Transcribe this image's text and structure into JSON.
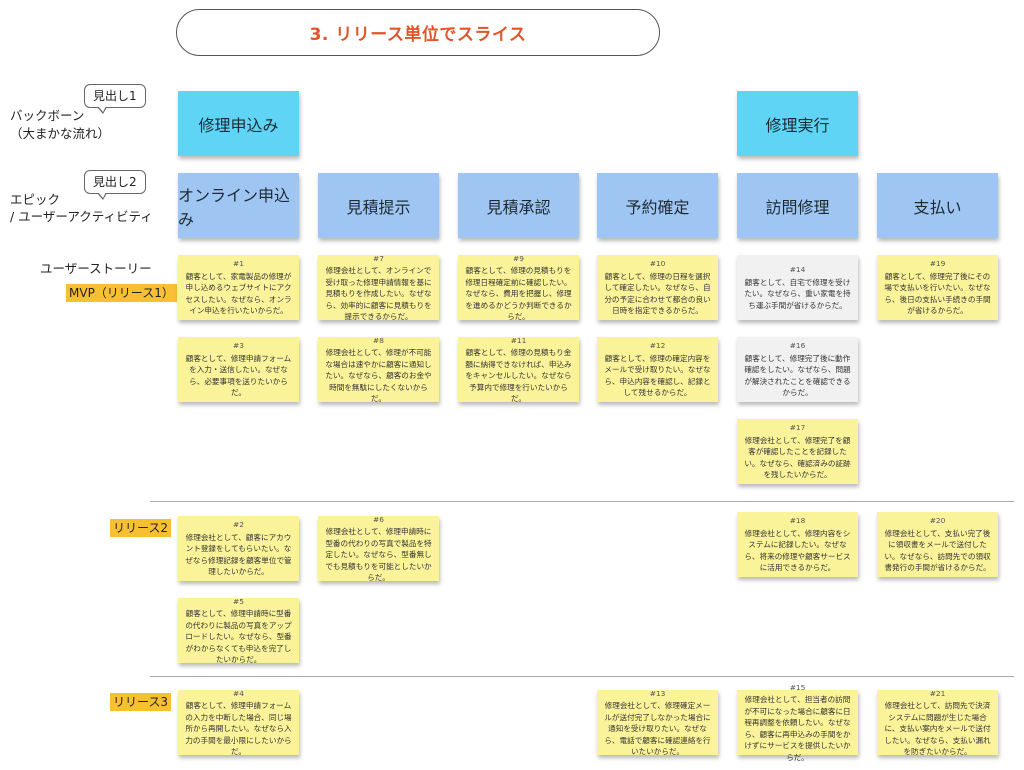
{
  "title": "3. リリース単位でスライス",
  "labels": {
    "backbone": "バックボーン",
    "backbone_sub": "（大まかな流れ）",
    "heading1": "見出し1",
    "epic": "エピック",
    "epic_sub": "/ ユーザーアクティビティ",
    "heading2": "見出し2",
    "user_story": "ユーザーストーリー",
    "mvp": "MVP（リリース1）",
    "release2": "リリース2",
    "release3": "リリース3"
  },
  "colors": {
    "backbone": "#5fd4f4",
    "epic": "#9fc6f2",
    "story": "#fbf39a",
    "story_grey": "#f1f1f1",
    "release_tag": "#f7c031",
    "title": "#e2552a"
  },
  "backbone": [
    "修理申込み",
    "修理実行"
  ],
  "epics": [
    "オンライン申込み",
    "見積提示",
    "見積承認",
    "予約確定",
    "訪問修理",
    "支払い"
  ],
  "stories": [
    {
      "num": "#1",
      "text": "顧客として、家電製品の修理が申し込めるウェブサイトにアクセスしたい。なぜなら、オンライン申込を行いたいからだ。"
    },
    {
      "num": "#3",
      "text": "顧客として、修理申請フォームを入力・送信したい。なぜなら、必要事項を送りたいからだ。"
    },
    {
      "num": "#7",
      "text": "修理会社として、オンラインで受け取った修理申請情報を基に見積もりを作成したい。なぜなら、効率的に顧客に見積もりを提示できるからだ。"
    },
    {
      "num": "#8",
      "text": "修理会社として、修理が不可能な場合は速やかに顧客に通知したい。なぜなら、顧客のお金や時間を無駄にしたくないからだ。"
    },
    {
      "num": "#9",
      "text": "顧客として、修理の見積もりを修理日程確定前に確認したい。なぜなら、費用を把握し、修理を進めるかどうか判断できるからだ。"
    },
    {
      "num": "#11",
      "text": "顧客として、修理の見積もり金額に納得できなければ、申込みをキャンセルしたい。なぜなら予算内で修理を行いたいからだ。"
    },
    {
      "num": "#10",
      "text": "顧客として、修理の日程を選択して確定したい。なぜなら、自分の予定に合わせて都合の良い日時を指定できるからだ。"
    },
    {
      "num": "#12",
      "text": "顧客として、修理の確定内容をメールで受け取りたい。なぜなら、申込内容を確認し、記録として残せるからだ。"
    },
    {
      "num": "#14",
      "text": "顧客として、自宅で修理を受けたい。なぜなら、重い家電を持ち運ぶ手間が省けるからだ。"
    },
    {
      "num": "#16",
      "text": "顧客として、修理完了後に動作確認をしたい。なぜなら、問題が解決されたことを確認できるからだ。"
    },
    {
      "num": "#17",
      "text": "修理会社として、修理完了を顧客が確認したことを記録したい。なぜなら、確認済みの証跡を残したいからだ。"
    },
    {
      "num": "#19",
      "text": "顧客として、修理完了後にその場で支払いを行いたい。なぜなら、後日の支払い手続きの手間が省けるからだ。"
    },
    {
      "num": "#2",
      "text": "修理会社として、顧客にアカウント登録をしてもらいたい。なぜなら修理記録を顧客単位で管理したいからだ。"
    },
    {
      "num": "#5",
      "text": "顧客として、修理申請時に型番の代わりに製品の写真をアップロードしたい。なぜなら、型番がわからなくても申込を完了したいからだ。"
    },
    {
      "num": "#6",
      "text": "修理会社として、修理申請時に型番の代わりの写真で製品を特定したい。なぜなら、型番無しでも見積もりを可能としたいからだ。"
    },
    {
      "num": "#18",
      "text": "修理会社として、修理内容をシステムに記録したい。なぜなら、将来の修理や顧客サービスに活用できるからだ。"
    },
    {
      "num": "#20",
      "text": "修理会社として、支払い完了後に領収書をメールで送付したい。なぜなら、訪問先での領収書発行の手間が省けるからだ。"
    },
    {
      "num": "#4",
      "text": "顧客として、修理申請フォームの入力を中断した場合、同じ場所から再開したい。なぜなら入力の手間を最小限にしたいからだ。"
    },
    {
      "num": "#13",
      "text": "修理会社として、修理確定メールが送付完了しなかった場合に通知を受け取りたい。なぜなら、電話で顧客に確認連絡を行いたいからだ。"
    },
    {
      "num": "#15",
      "text": "修理会社として、担当者の訪問が不可になった場合に顧客に日程再調整を依頼したい。なぜなら、顧客に再申込みの手間をかけずにサービスを提供したいからだ。"
    },
    {
      "num": "#21",
      "text": "修理会社として、訪問先で決済システムに問題が生じた場合に、支払い案内をメールで送付したい。なぜなら、支払い漏れを防ぎたいからだ。"
    }
  ]
}
